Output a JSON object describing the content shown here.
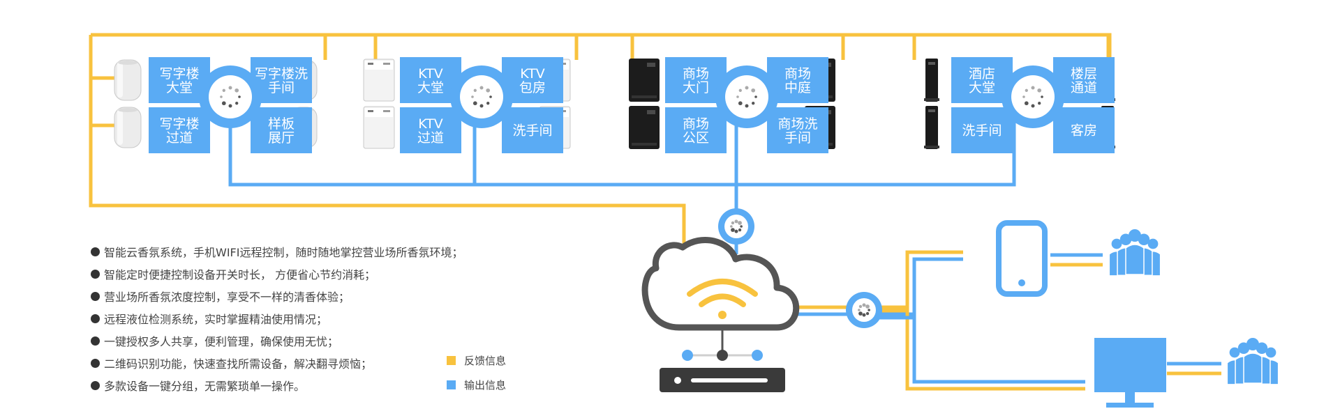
{
  "colors": {
    "feedback": "#F8C23E",
    "output": "#5AABF4",
    "box": "#5AABF4",
    "box_text": "#FFFFFF",
    "hub_ring": "#5AABF4",
    "cloud_stroke": "#555555",
    "text": "#444444"
  },
  "groups": [
    {
      "name": "office",
      "device_style": "white-cylinder",
      "labels": {
        "top_left": "写字楼大堂",
        "top_right": "写字楼洗手间",
        "bottom_left": "写字楼过道",
        "bottom_right": "样板展厅"
      }
    },
    {
      "name": "ktv",
      "device_style": "white-box",
      "labels": {
        "top_left": "KTV大堂",
        "top_right": "KTV包房",
        "bottom_left": "KTV过道",
        "bottom_right": "洗手间"
      }
    },
    {
      "name": "mall",
      "device_style": "black-box",
      "labels": {
        "top_left": "商场大门",
        "top_right": "商场中庭",
        "bottom_left": "商场公区",
        "bottom_right": "商场洗手间"
      }
    },
    {
      "name": "hotel",
      "device_style": "black-tall",
      "labels": {
        "top_left": "酒店大堂",
        "top_right": "楼层通道",
        "bottom_left": "洗手间",
        "bottom_right": "客房"
      }
    }
  ],
  "icons": {
    "hub": "hub-spinner-icon",
    "cloud": "cloud-wifi-icon",
    "server": "server-icon",
    "phone": "smartphone-icon",
    "monitor": "monitor-icon",
    "users": "user-group-icon"
  },
  "features": [
    "智能云香氛系统，手机WIFI远程控制，随时随地掌控营业场所香氛环境；",
    "智能定时便捷控制设备开关时长， 方便省心节约消耗；",
    "营业场所香氛浓度控制，享受不一样的清香体验；",
    "远程液位检测系统，实时掌握精油使用情况；",
    "一键授权多人共享，便利管理，确保使用无忧；",
    "二维码识别功能，快速查找所需设备，解决翻寻烦恼；",
    "多款设备一键分组，无需繁琐单一操作。"
  ],
  "legend": [
    {
      "label": "反馈信息",
      "color": "#F8C23E"
    },
    {
      "label": "输出信息",
      "color": "#5AABF4"
    }
  ]
}
